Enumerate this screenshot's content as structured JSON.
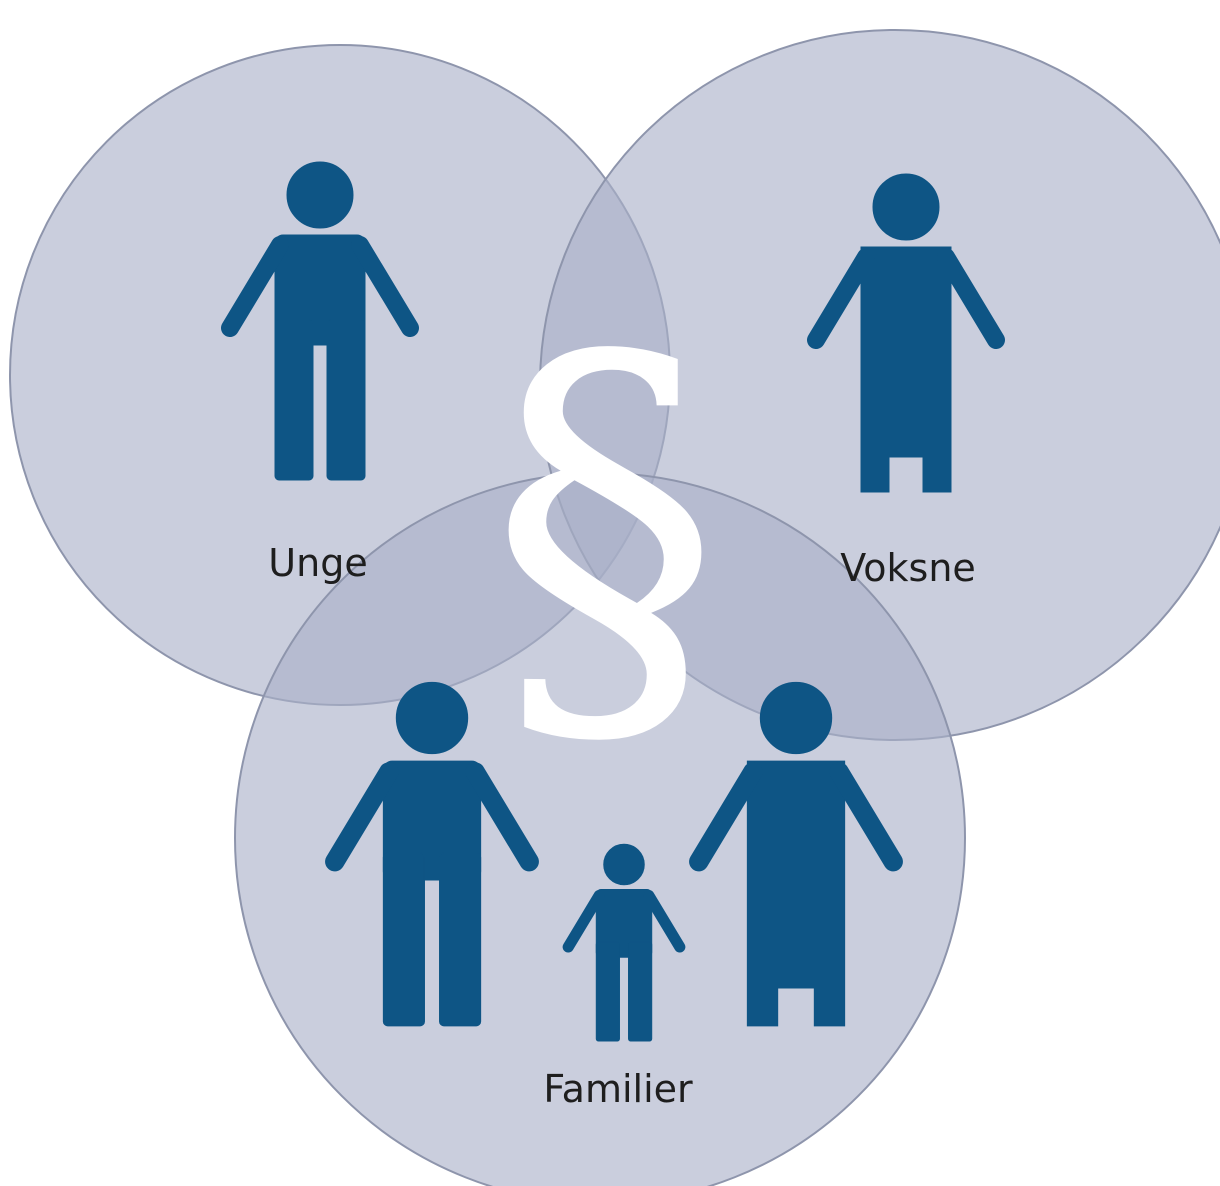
{
  "diagram": {
    "center_symbol": "§",
    "circles": [
      {
        "id": "unge",
        "label": "Unge"
      },
      {
        "id": "voksne",
        "label": "Voksne"
      },
      {
        "id": "familier",
        "label": "Familier"
      }
    ]
  },
  "colors": {
    "circle_fill": "#a9b0c8",
    "circle_stroke": "#8e95ac",
    "figure": "#0e5585",
    "symbol": "#ffffff"
  },
  "icons": {
    "unge": [
      "person-icon"
    ],
    "voksne": [
      "person-dress-icon"
    ],
    "familier": [
      "person-icon",
      "child-icon",
      "person-dress-icon"
    ]
  }
}
